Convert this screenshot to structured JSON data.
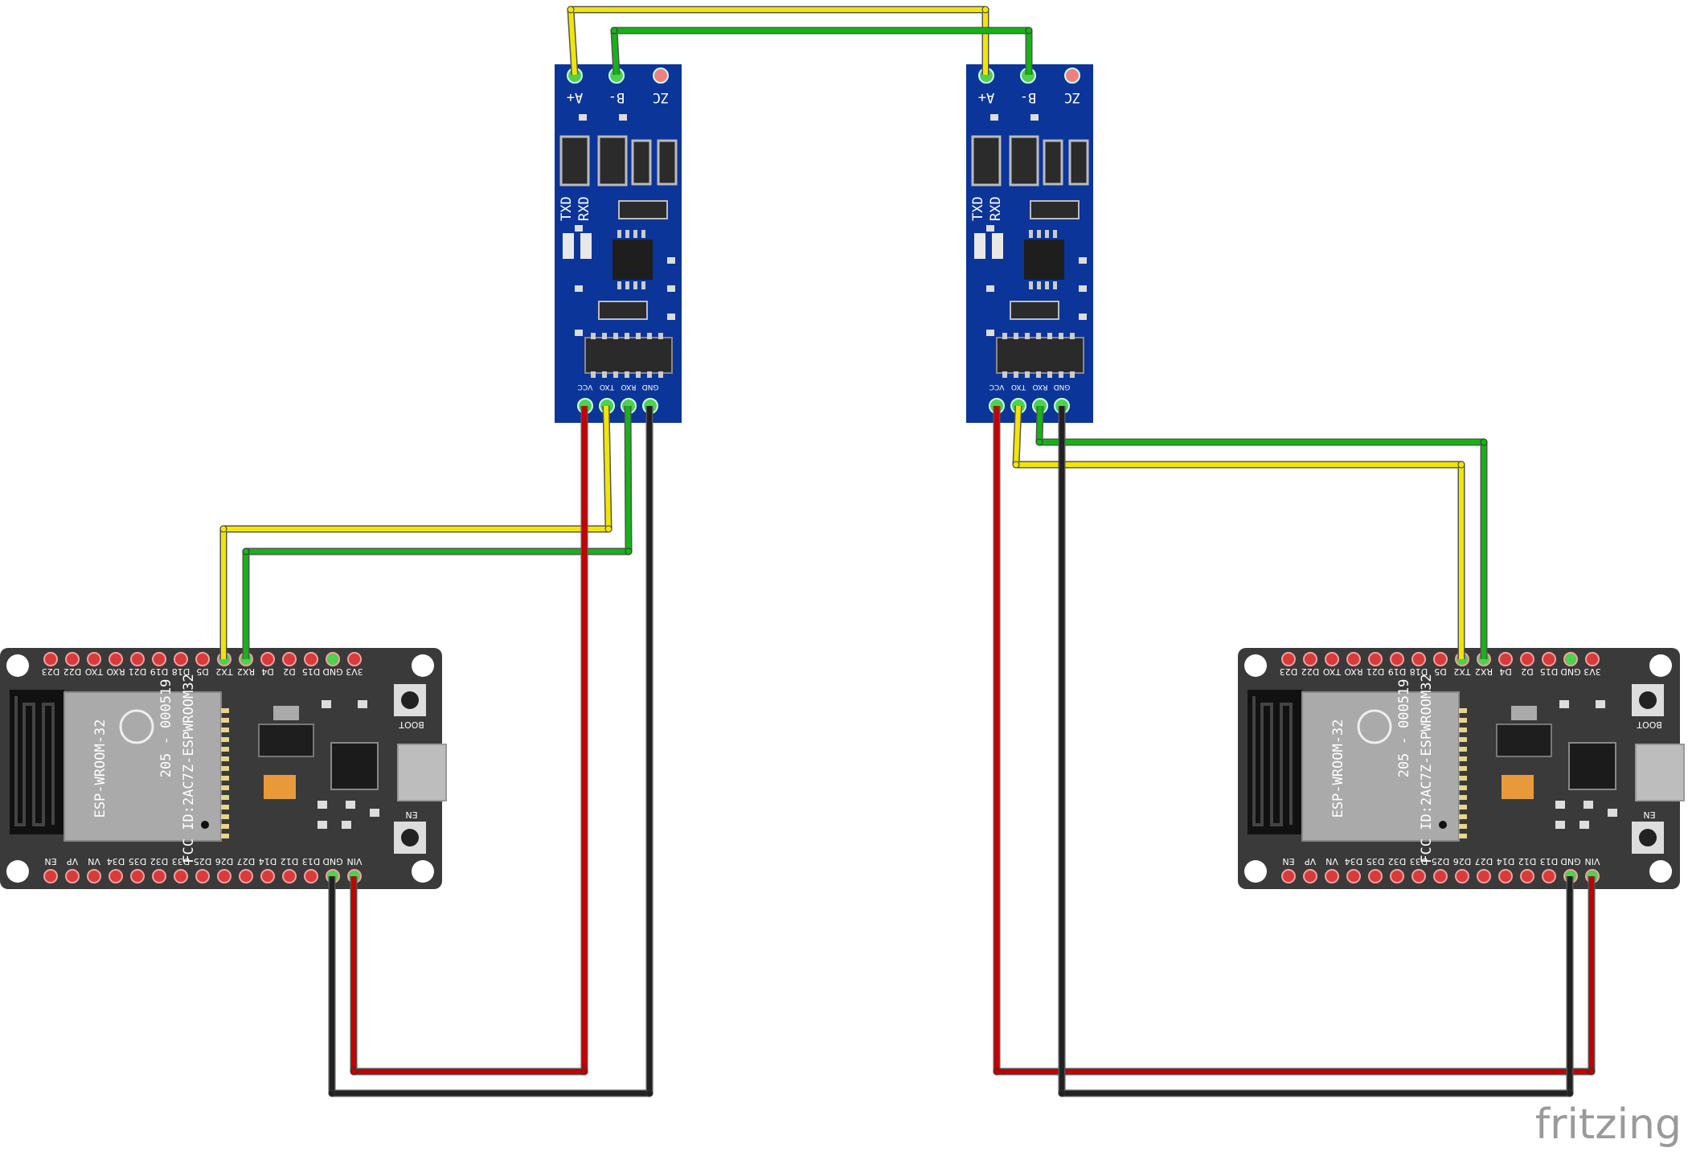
{
  "watermark": "fritzing",
  "colors": {
    "wire_yellow": "#f2e600",
    "wire_green": "#14b414",
    "wire_red": "#c40000",
    "wire_black": "#222222",
    "esp_board": "#3a3a3a",
    "rs485_board": "#0c3599",
    "pin_red": "#d93a3a",
    "pin_green": "#4cd24c"
  },
  "rs485": {
    "top_labels": [
      "A+",
      "B-",
      "ZC"
    ],
    "bottom_labels": [
      "GND",
      "RXO",
      "TXO",
      "VCC"
    ],
    "side_labels": [
      "TXD",
      "RXD"
    ]
  },
  "esp32": {
    "top_pins": [
      "3V3",
      "GND",
      "D15",
      "D2",
      "D4",
      "RX2",
      "TX2",
      "D5",
      "D18",
      "D19",
      "D21",
      "RXO",
      "TXO",
      "D22",
      "D23"
    ],
    "bottom_pins": [
      "VIN",
      "GND",
      "D13",
      "D12",
      "D14",
      "D27",
      "D26",
      "D25",
      "D33",
      "D32",
      "D35",
      "D34",
      "VN",
      "VP",
      "EN"
    ],
    "module_name": "ESP-WROOM-32",
    "module_fcc": "FCC ID:2AC7Z-ESPWROOM32",
    "module_code": "205 - 000519",
    "boot_label": "BOOT",
    "en_label": "EN"
  }
}
